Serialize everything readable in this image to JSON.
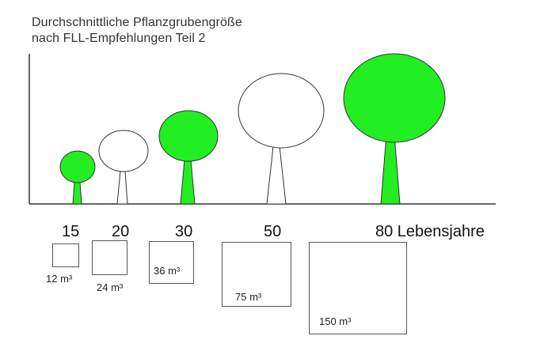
{
  "title": {
    "line1": "Durchschnittliche Pflanzgrubengröße",
    "line2": "nach FLL-Empfehlungen Teil 2"
  },
  "colors": {
    "green_fill": "#22ee22",
    "outline": "#333333",
    "white_fill": "#ffffff"
  },
  "trees": [
    {
      "age": "15",
      "volume": "12 m³",
      "fill": "green"
    },
    {
      "age": "20",
      "volume": "24 m³",
      "fill": "white"
    },
    {
      "age": "30",
      "volume": "36 m³",
      "fill": "green"
    },
    {
      "age": "50",
      "volume": "75 m³",
      "fill": "white"
    },
    {
      "age": "80 Lebensjahre",
      "volume": "150 m³",
      "fill": "green"
    }
  ]
}
